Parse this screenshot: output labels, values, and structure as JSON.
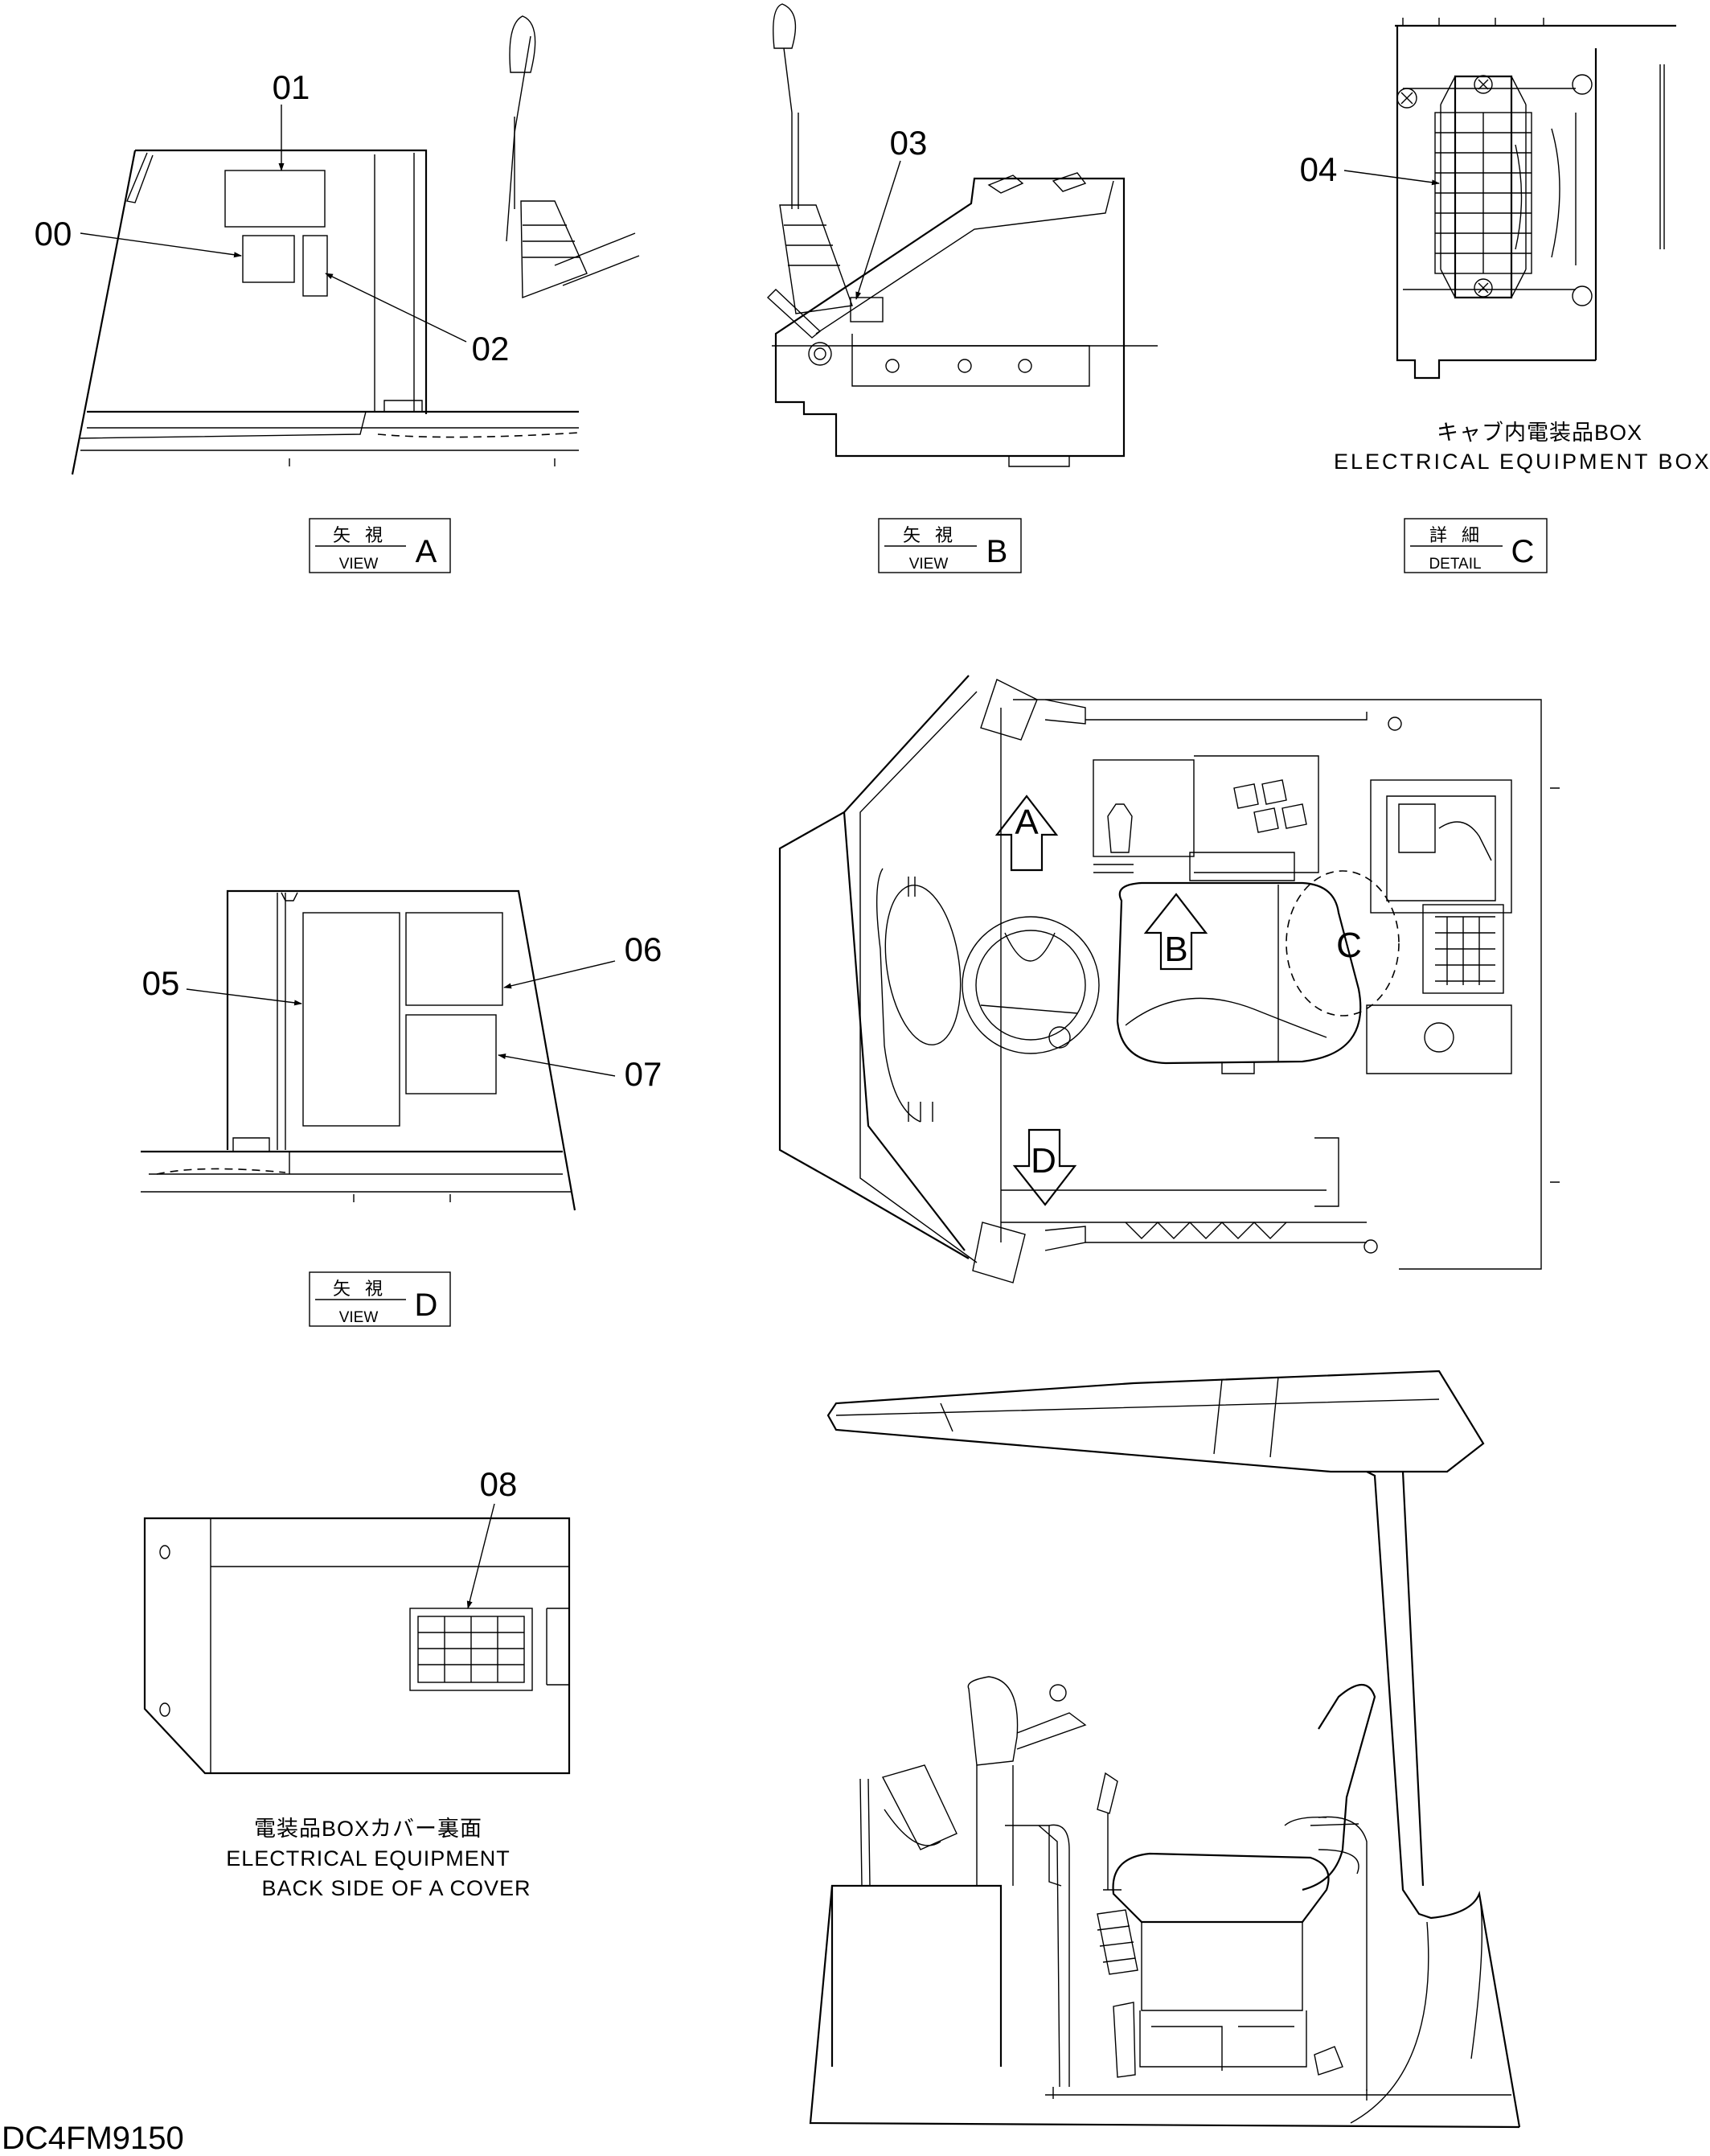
{
  "callouts": {
    "c00": "00",
    "c01": "01",
    "c02": "02",
    "c03": "03",
    "c04": "04",
    "c05": "05",
    "c06": "06",
    "c07": "07",
    "c08": "08"
  },
  "view_tags": [
    {
      "jp": "矢 視",
      "en": "VIEW",
      "letter": "A"
    },
    {
      "jp": "矢 視",
      "en": "VIEW",
      "letter": "B"
    },
    {
      "jp": "詳 細",
      "en": "DETAIL",
      "letter": "C"
    },
    {
      "jp": "矢 視",
      "en": "VIEW",
      "letter": "D"
    }
  ],
  "view_markers": {
    "a": "A",
    "b": "B",
    "c": "C",
    "d": "D"
  },
  "captions": {
    "box_in_cab_jp": "キャブ内電装品BOX",
    "box_in_cab_en": "ELECTRICAL EQUIPMENT BOX IN CAB",
    "cover_jp": "電装品BOXカバー裏面",
    "cover_en_line1": "ELECTRICAL EQUIPMENT",
    "cover_en_line2": "BACK SIDE OF A COVER"
  },
  "drawing_code": "DC4FM9150"
}
